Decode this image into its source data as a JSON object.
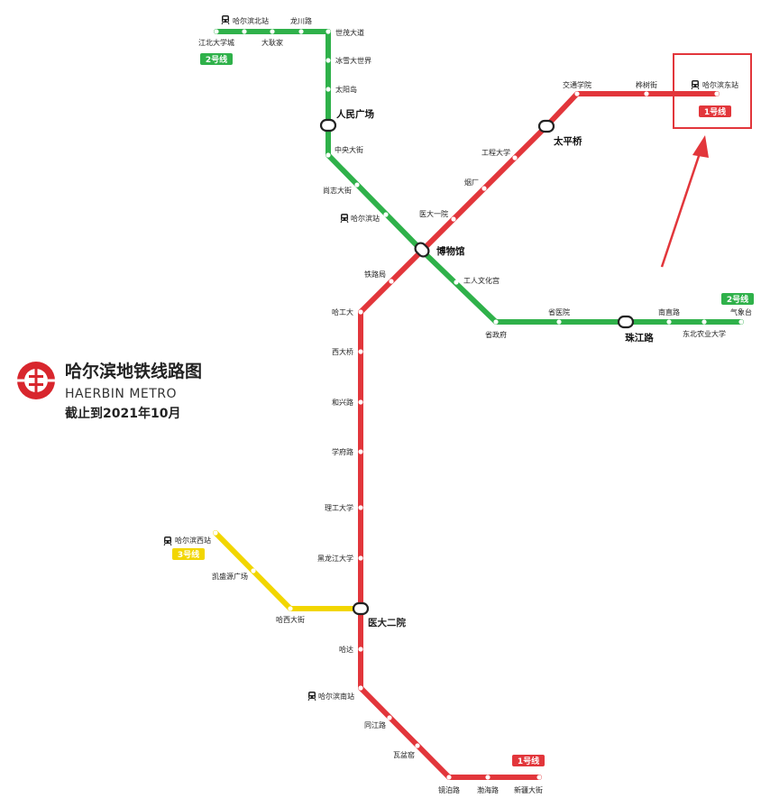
{
  "colors": {
    "line1": "#e2363b",
    "line2": "#2fb14a",
    "line3": "#f2d600",
    "highlight": "#e2363b",
    "logo": "#d8262d"
  },
  "header": {
    "title_cn": "哈尔滨地铁线路图",
    "title_en": "HAERBIN METRO",
    "as_of": "截止到2021年10月"
  },
  "badges": {
    "line1_label": "1号线",
    "line2_label": "2号线",
    "line3_label": "3号线"
  },
  "icons": {
    "railway": "train-icon",
    "logo": "harbin-metro-logo"
  },
  "line1": {
    "stations": {
      "xinjiang": "新疆大街",
      "bohai": "渤海路",
      "jingbo": "镜泊路",
      "wagang": "瓦盆窑",
      "tongjiang": "同江路",
      "hrbsouth": "哈尔滨南站",
      "hada": "哈达",
      "yidaer": "医大二院",
      "heida": "黑龙江大学",
      "ligong": "理工大学",
      "xuefu": "学府路",
      "hexing": "和兴路",
      "xidaqiao": "西大桥",
      "hagongda": "哈工大",
      "tielu": "铁路局",
      "bowuguan": "博物馆",
      "yidayi": "医大一院",
      "yanchang": "烟厂",
      "gongcheng": "工程大学",
      "taiping": "太平桥",
      "jiaotong": "交通学院",
      "huashu": "桦树街",
      "hrbeast": "哈尔滨东站"
    }
  },
  "line2": {
    "stations": {
      "jiangbei": "江北大学城",
      "hrbnorth": "哈尔滨北站",
      "dageng": "大耿家",
      "longchuan": "龙川路",
      "shimao": "世茂大道",
      "bingxue": "冰雪大世界",
      "taiyang": "太阳岛",
      "renmin": "人民广场",
      "zhongyang": "中央大街",
      "shangzhi": "尚志大街",
      "hrbstation": "哈尔滨站",
      "gongren": "工人文化宫",
      "shengzhengfu": "省政府",
      "shengyiyuan": "省医院",
      "zhujiang": "珠江路",
      "nanzhi": "南直路",
      "dongnong": "东北农业大学",
      "qixiang": "气象台"
    }
  },
  "line3": {
    "stations": {
      "hrbwest": "哈尔滨西站",
      "kaisheng": "凯盛源广场",
      "haxi": "哈西大街"
    }
  }
}
